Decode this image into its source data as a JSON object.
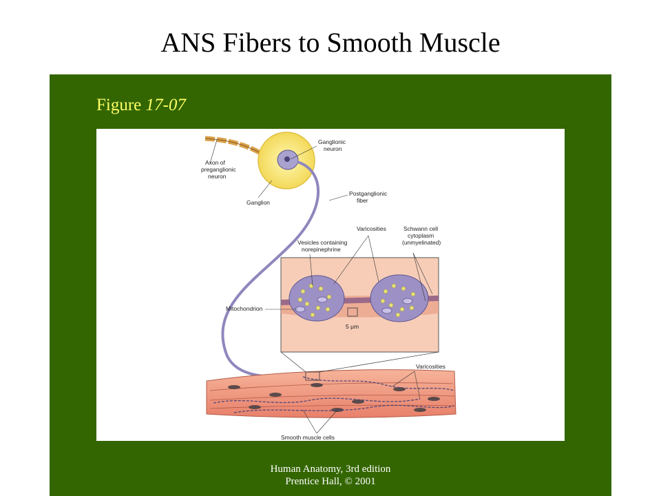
{
  "slide": {
    "title": "ANS Fibers to Smooth Muscle",
    "figure_label": "Figure",
    "figure_number": "17-07",
    "credit_line1": "Human Anatomy, 3rd edition",
    "credit_line2": "Prentice Hall, © 2001"
  },
  "diagram": {
    "labels": {
      "axon": [
        "Axon of",
        "preganglionic",
        "neuron"
      ],
      "ganglionic_neuron": [
        "Ganglionic",
        "neuron"
      ],
      "ganglion": "Ganglion",
      "postganglionic": [
        "Postganglionic",
        "fiber"
      ],
      "varicosities_top": "Varicosities",
      "schwann": [
        "Schwann cell",
        "cytoplasm",
        "(unmyelinated)"
      ],
      "vesicles": [
        "Vesicles containing",
        "norepinephrine"
      ],
      "mitochondrion": "Mitochondrion",
      "scale": "5 μm",
      "varicosities_bottom": "Varicosities",
      "smooth_muscle": "Smooth muscle cells"
    }
  }
}
